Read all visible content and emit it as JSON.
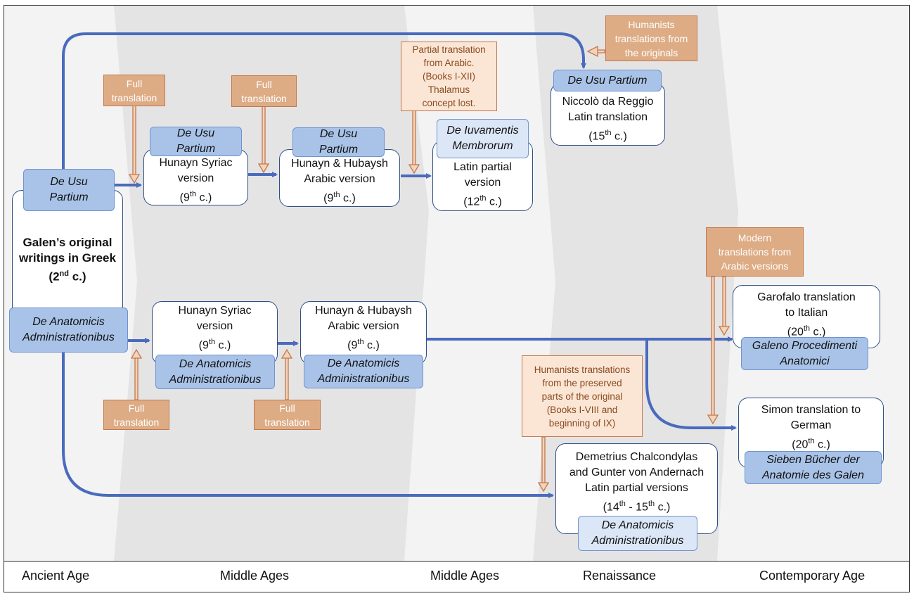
{
  "colors": {
    "box_border": "#2f4f86",
    "arrow_blue": "#4a6bbd",
    "tag_fill": "#a9c3e8",
    "tag_fill_light": "#dbe6f6",
    "note_fill": "#ddac85",
    "note_border": "#c5774a",
    "band_dark": "#e4e4e4",
    "band_light": "#f3f3f3"
  },
  "source": {
    "lines": [
      "Galen’s original",
      "writings in Greek",
      "(2",
      "nd",
      " c.)"
    ],
    "tag_top": [
      "De Usu",
      "Partium"
    ],
    "tag_bottom": [
      "De Anatomicis",
      "Administrationibus"
    ]
  },
  "dup_row": {
    "syriac": {
      "tag": [
        "De Usu",
        "Partium"
      ],
      "lines": [
        "Hunayn Syriac",
        "version",
        "(9",
        "th",
        " c.)"
      ]
    },
    "arabic": {
      "tag": [
        "De Usu",
        "Partium"
      ],
      "lines": [
        "Hunayn & Hubaysh",
        "Arabic version",
        "(9",
        "th",
        " c.)"
      ]
    },
    "latin": {
      "tag": [
        "De Iuvamentis",
        "Membrorum"
      ],
      "lines": [
        "Latin partial",
        "version",
        "(12",
        "th",
        " c.)"
      ]
    },
    "niccolo": {
      "tag": [
        "De Usu Partium"
      ],
      "lines": [
        "Niccolò da Reggio",
        "Latin translation",
        "(15",
        "th",
        " c.)"
      ]
    }
  },
  "daa_row": {
    "syriac": {
      "tag": [
        "De Anatomicis",
        "Administrationibus"
      ],
      "lines": [
        "Hunayn Syriac",
        "version",
        "(9",
        "th",
        " c.)"
      ]
    },
    "arabic": {
      "tag": [
        "De Anatomicis",
        "Administrationibus"
      ],
      "lines": [
        "Hunayn & Hubaysh",
        "Arabic version",
        "(9",
        "th",
        " c.)"
      ]
    },
    "demetrius": {
      "tag": [
        "De Anatomicis",
        "Administrationibus"
      ],
      "lines": [
        "Demetrius Chalcondylas",
        "and Gunter von Andernach",
        "Latin partial versions",
        "(14",
        "th",
        " - 15",
        "th",
        " c.)"
      ]
    },
    "garofalo": {
      "tag": [
        "Galeno Procedimenti",
        "Anatomici"
      ],
      "lines": [
        "Garofalo translation",
        "to Italian",
        "(20",
        "th",
        " c.)"
      ]
    },
    "simon": {
      "tag": [
        "Sieben Bücher der",
        "Anatomie des Galen"
      ],
      "lines": [
        "Simon translation to",
        "German",
        "(20",
        "th",
        " c.)"
      ]
    }
  },
  "notes": {
    "full_1": [
      "Full",
      "translation"
    ],
    "full_2": [
      "Full",
      "translation"
    ],
    "full_3": [
      "Full",
      "translation"
    ],
    "full_4": [
      "Full",
      "translation"
    ],
    "partial_arabic": [
      "Partial translation",
      "from Arabic.",
      "(Books I-XII)",
      "Thalamus",
      "concept lost."
    ],
    "humanists_originals": [
      "Humanists",
      "translations from",
      "the originals"
    ],
    "modern": [
      "Modern",
      "translations from",
      "Arabic versions"
    ],
    "humanists_preserved": [
      "Humanists translations",
      "from the preserved",
      "parts of the  original",
      "(Books I-VIII and",
      "beginning of IX)"
    ]
  },
  "eras": [
    "Ancient Age",
    "Middle Ages",
    "Middle Ages",
    "Renaissance",
    "Contemporary Age"
  ]
}
